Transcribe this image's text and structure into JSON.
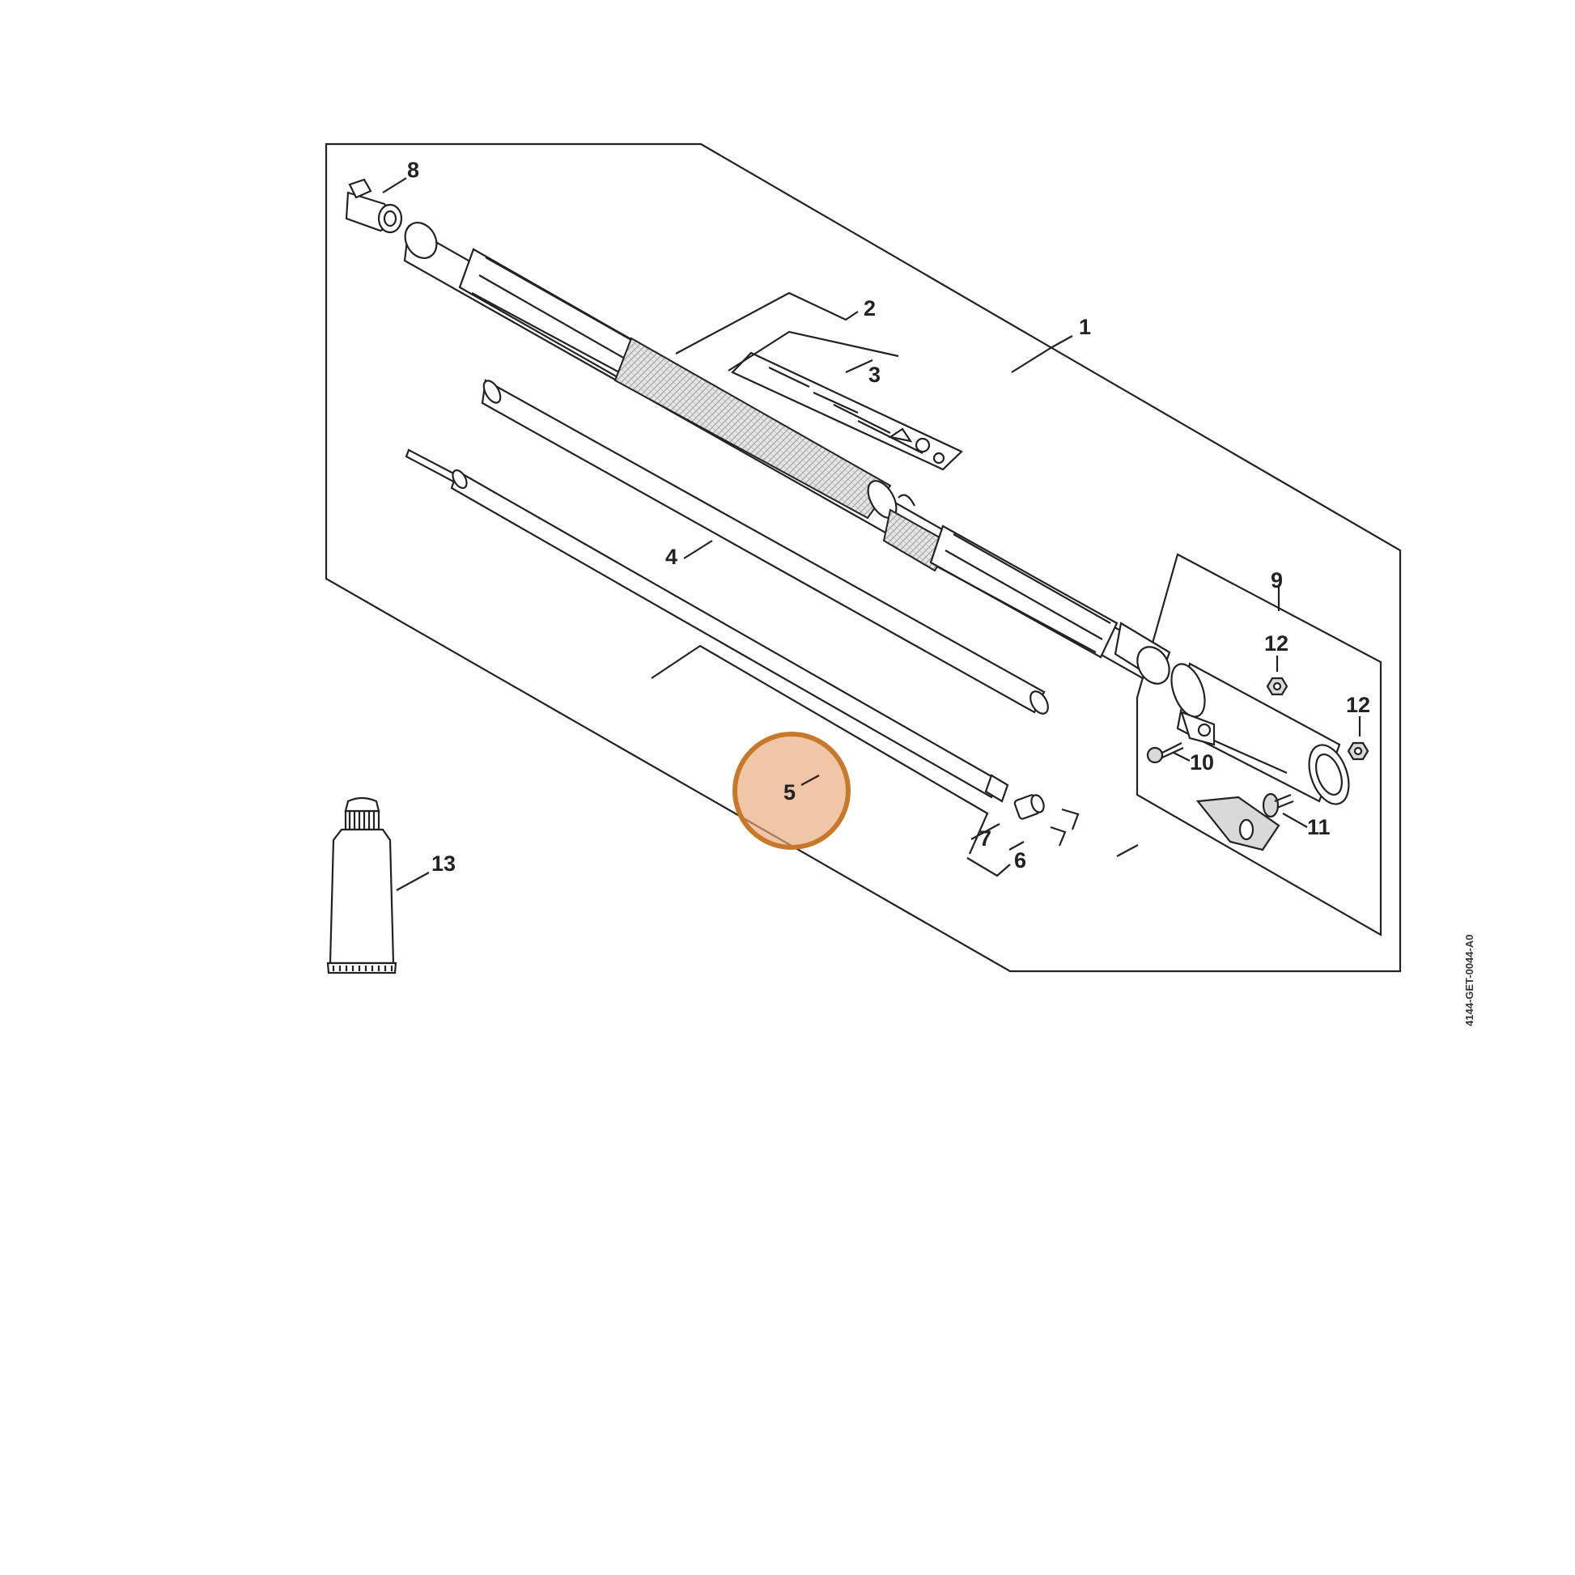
{
  "diagram": {
    "labels": {
      "p1": "1",
      "p2": "2",
      "p3": "3",
      "p4": "4",
      "p5": "5",
      "p6": "6",
      "p7": "7",
      "p8": "8",
      "p9": "9",
      "p10": "10",
      "p11": "11",
      "p12a": "12",
      "p12b": "12",
      "p13": "13"
    },
    "drawing_code": "4144-GET-0044-A0",
    "highlight": {
      "part": "5",
      "color": "#e8a877",
      "ring_color": "#c8782a"
    }
  }
}
